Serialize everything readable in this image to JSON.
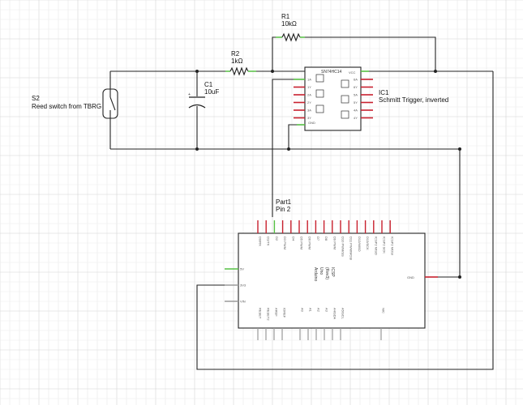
{
  "colors": {
    "grid_minor": "#e9e9e9",
    "grid_major": "#d2d2d2",
    "wire": "#222222",
    "pin_connected": "#55c043",
    "pin_open": "#c8202e",
    "pin_gray": "#9a9a9a"
  },
  "parts": {
    "s2": {
      "ref": "S2",
      "desc": "Reed switch from TBRG"
    },
    "c1": {
      "ref": "C1",
      "value": "10uF",
      "plus": "+"
    },
    "r2": {
      "ref": "R2",
      "value": "1kΩ"
    },
    "r1": {
      "ref": "R1",
      "value": "10kΩ"
    },
    "ic1": {
      "ref": "IC1",
      "desc": "Schmitt Trigger, inverted",
      "chip": "SN74HC14",
      "vcc": "VCC",
      "gnd": "GND",
      "pins_left": [
        "1A",
        "1Y",
        "2A",
        "2Y",
        "3A",
        "3Y"
      ],
      "pins_right": [
        "6A",
        "6Y",
        "5A",
        "5Y",
        "4A",
        "4Y"
      ]
    },
    "arduino": {
      "ref": "Part1",
      "pin_note": "Pin 2",
      "name_lines": [
        "Arduino",
        "Uno",
        "(Rev3)",
        "ICSP"
      ],
      "top_pins": [
        "D0/RX",
        "D1/TX",
        "D2",
        "D3 PWM",
        "D4",
        "D5 PWM",
        "D6 PWM",
        "D7",
        "D8",
        "D9 PWM",
        "D10 PWM/SS",
        "D11 PWM/MOSI",
        "D12/MISO",
        "D13/SCK",
        "ICSP2 MISO",
        "ICSP2 SCK",
        "ICSP2 MOSI"
      ],
      "left_pins": [
        "5V",
        "3V3",
        "VIN"
      ],
      "right_pin": "GND",
      "bottom_pins": [
        "RESET",
        "RESET2",
        "AREF",
        "IOREF",
        "A0",
        "A1",
        "A2",
        "A3",
        "A4/SDA",
        "A5/SCL",
        "N/C"
      ]
    }
  }
}
